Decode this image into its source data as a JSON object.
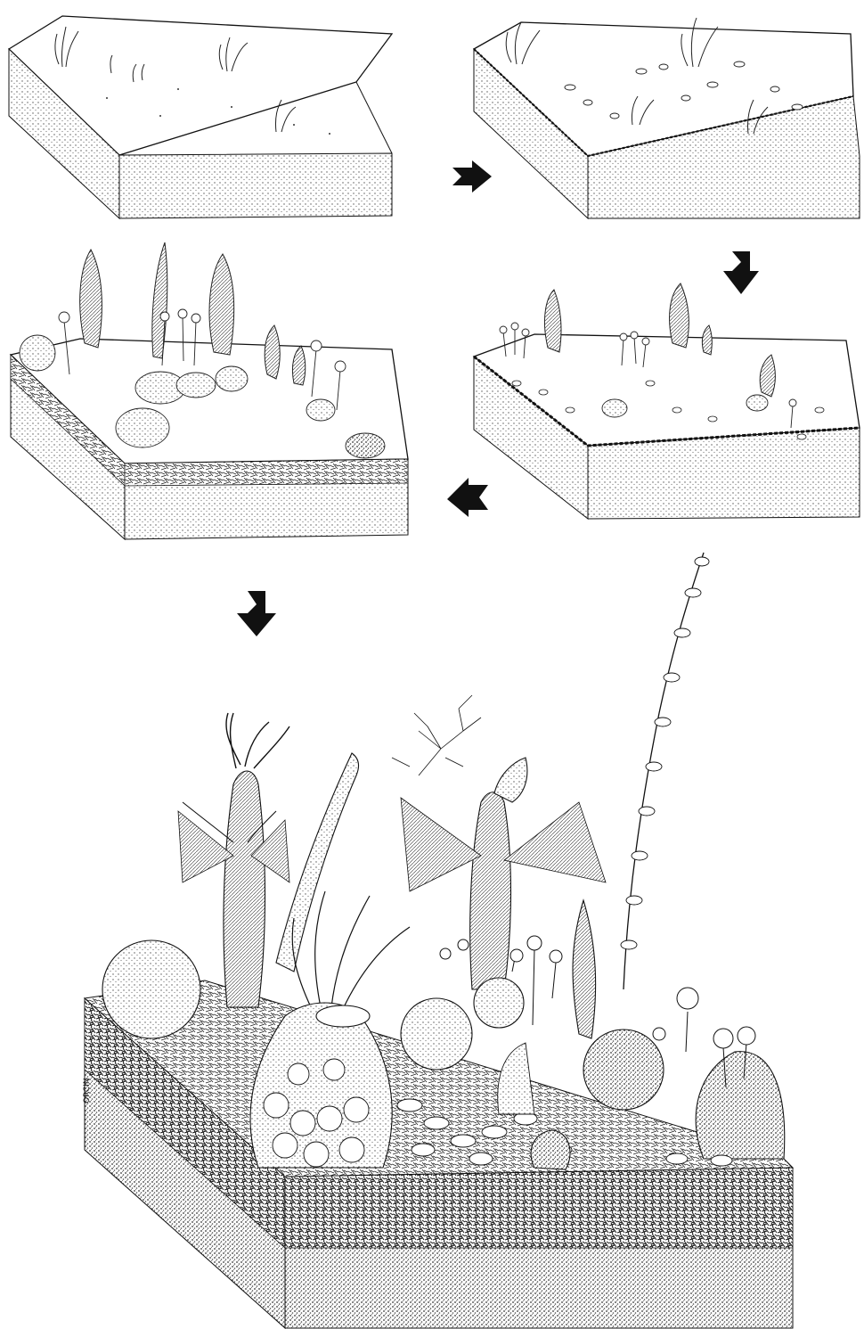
{
  "signature": "ORCIN",
  "stages": [
    {
      "id": 1,
      "description_name": "sparse-seafloor-block"
    },
    {
      "id": 2,
      "description_name": "early-colonized-block"
    },
    {
      "id": 3,
      "description_name": "intermediate-community-block"
    },
    {
      "id": 4,
      "description_name": "diverse-community-block"
    },
    {
      "id": 5,
      "description_name": "mature-community-block"
    }
  ],
  "arrows": [
    {
      "from": 1,
      "to": 2,
      "direction": "right"
    },
    {
      "from": 2,
      "to": 4,
      "direction": "down"
    },
    {
      "from": 4,
      "to": 3,
      "direction": "left"
    },
    {
      "from": 3,
      "to": 5,
      "direction": "down"
    }
  ],
  "colors": {
    "ink": "#111111",
    "paper": "#ffffff",
    "stipple": "#7a7a7a"
  }
}
